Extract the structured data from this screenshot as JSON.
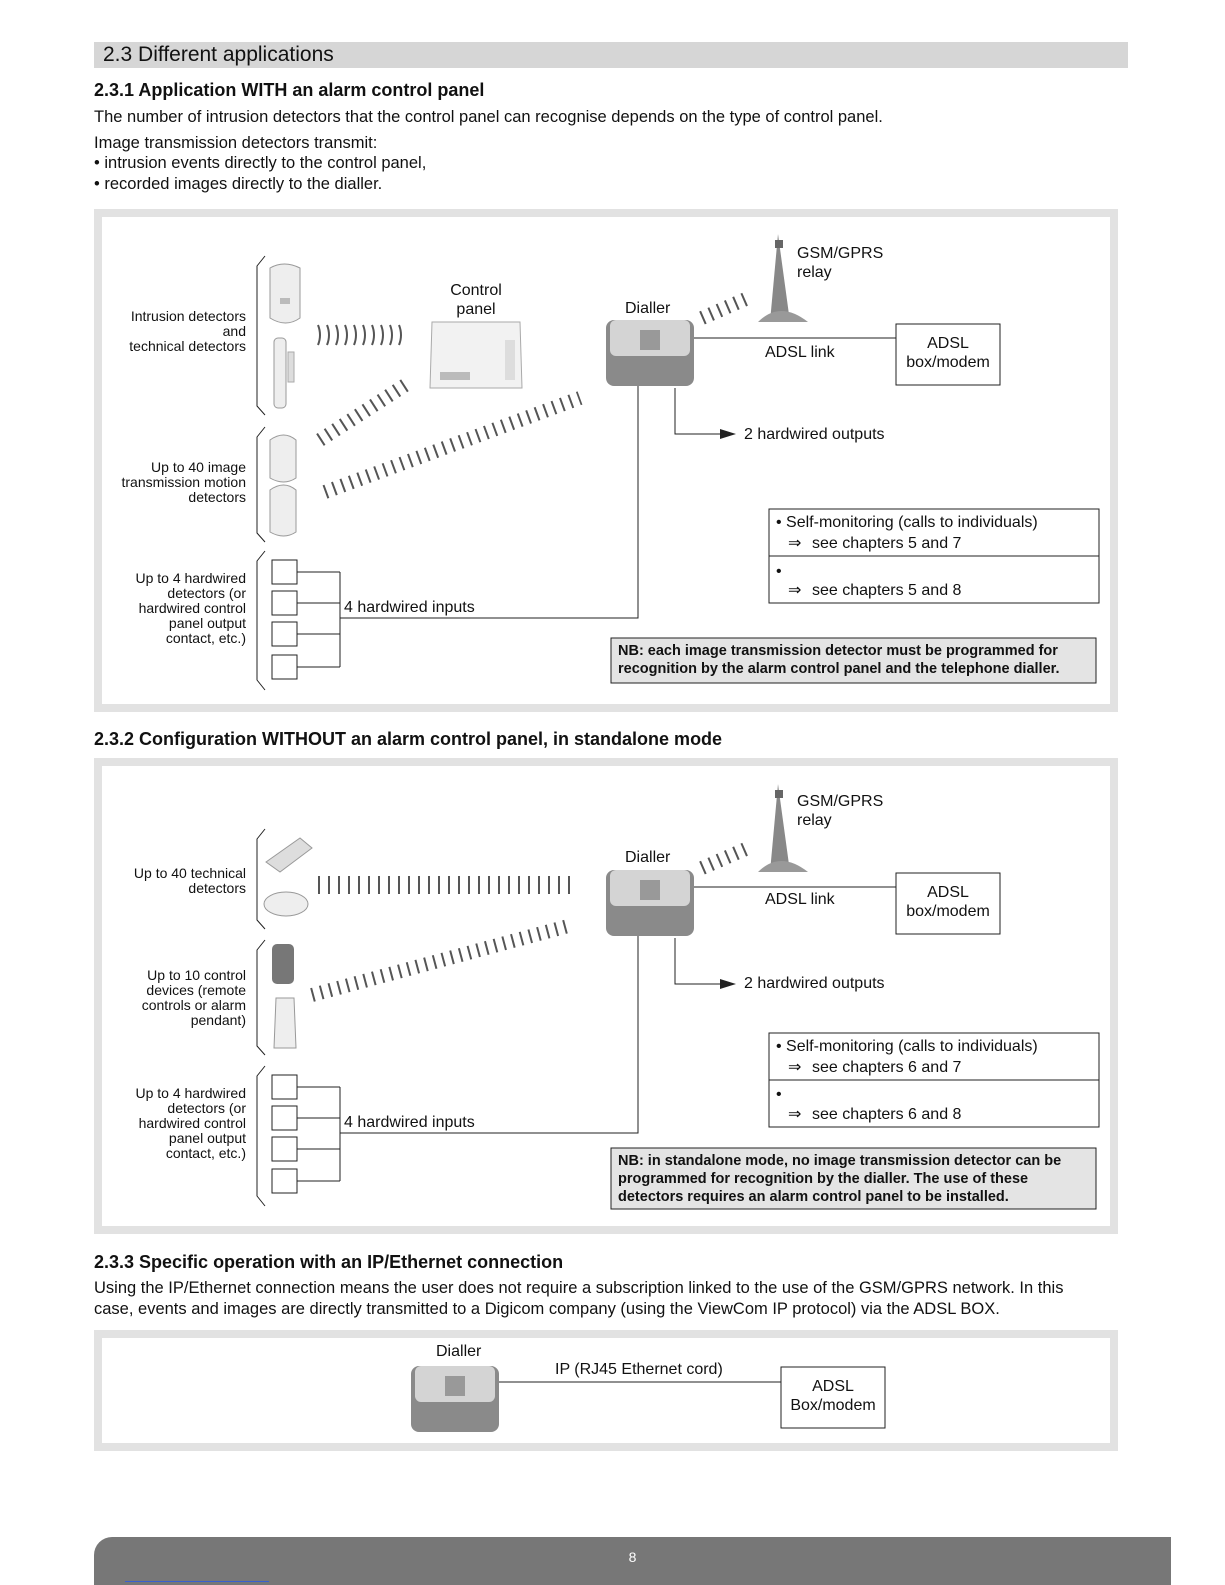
{
  "section_title": "2.3 Different applications",
  "sub1": {
    "heading": "2.3.1 Application WITH an alarm control panel",
    "intro": "The number of intrusion detectors that the control panel can recognise depends on the type of control panel.",
    "lead": "Image transmission detectors transmit:",
    "bullets": [
      "• intrusion events directly to the control panel,",
      "• recorded images directly to the dialler."
    ],
    "diagram": {
      "gsm_line1": "GSM/GPRS",
      "gsm_line2": "relay",
      "control_line1": "Control",
      "control_line2": "panel",
      "dialler": "Dialler",
      "adsl_link": "ADSL link",
      "adsl_line1": "ADSL",
      "adsl_line2": "box/modem",
      "outputs": "2 hardwired outputs",
      "inputs": "4 hardwired inputs",
      "group1": [
        "Intrusion detectors",
        "and",
        "technical detectors"
      ],
      "group2": [
        "Up to 40 image",
        "transmission motion",
        "detectors"
      ],
      "group3": [
        "Up to 4 hardwired",
        "detectors (or",
        "hardwired control",
        "panel output",
        "contact, etc.)"
      ],
      "mon1_line1": "• Self-monitoring (calls to individuals)",
      "mon1_line2": "see chapters 5 and 7",
      "mon2_bullet": "•",
      "mon2_line2": "see chapters 5 and 8",
      "arrow_glyph": "⇒",
      "nb_lines": [
        "NB: each image transmission detector must be programmed for",
        "recognition by the alarm control panel and the telephone dialler."
      ]
    }
  },
  "sub2": {
    "heading": "2.3.2 Configuration WITHOUT an alarm control panel, in standalone mode",
    "diagram": {
      "gsm_line1": "GSM/GPRS",
      "gsm_line2": "relay",
      "dialler": "Dialler",
      "adsl_link": "ADSL link",
      "adsl_line1": "ADSL",
      "adsl_line2": "box/modem",
      "outputs": "2 hardwired outputs",
      "inputs": "4 hardwired inputs",
      "group1": [
        "Up to 40 technical",
        "detectors"
      ],
      "group2": [
        "Up to 10 control",
        "devices (remote",
        "controls or alarm",
        "pendant)"
      ],
      "group3": [
        "Up to 4 hardwired",
        "detectors (or",
        "hardwired control",
        "panel output",
        "contact, etc.)"
      ],
      "mon1_line1": "• Self-monitoring (calls to individuals)",
      "mon1_line2": "see chapters 6 and 7",
      "mon2_bullet": "•",
      "mon2_line2": "see chapters 6 and 8",
      "arrow_glyph": "⇒",
      "nb_lines": [
        "NB: in standalone mode, no image transmission detector can be",
        "programmed for recognition by the dialler. The use of these",
        "detectors requires an alarm control panel to be installed."
      ]
    }
  },
  "sub3": {
    "heading": "2.3.3 Specific operation with an IP/Ethernet connection",
    "para_lines": [
      "Using the IP/Ethernet connection means the user does not require a subscription linked to the use of the GSM/GPRS network. In this",
      "case, events and images are directly transmitted to a Digicom company (using the ViewCom IP protocol) via the ADSL BOX."
    ],
    "diagram": {
      "dialler": "Dialler",
      "ip_label": "IP (RJ45 Ethernet cord)",
      "adsl_line1": "ADSL",
      "adsl_line2": "Box/modem"
    }
  },
  "footer": {
    "page_number": "8"
  }
}
